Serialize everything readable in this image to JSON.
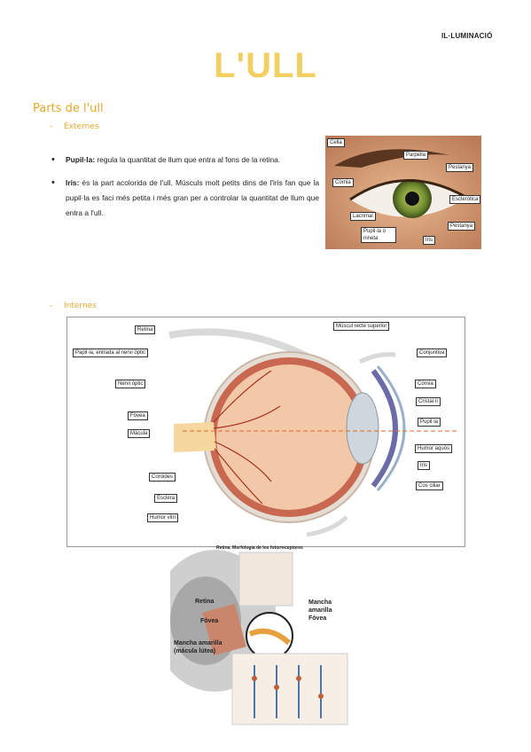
{
  "header": {
    "section": "IL·LUMINACIÓ"
  },
  "title": "L'ULL",
  "section_heading": "Parts de l'ull",
  "subsections": {
    "external": "Externes",
    "internal": "Internes"
  },
  "bullets": [
    {
      "term": "Pupil·la:",
      "text": " regula la quantitat de llum que entra al fons de la retina."
    },
    {
      "term": "Iris:",
      "text": " és la part acolorida de l'ull. Músculs molt petits dins de l'iris fan que la pupil·la es faci més petita i més gran per a controlar la quantitat de llum que entra a l'ull."
    }
  ],
  "external_eye_labels": {
    "cella": "Cella",
    "parpella": "Parpella",
    "pestanya": "Pestanya",
    "cornia": "Còrnia",
    "escleròtica": "Esclerótica",
    "lacrimal": "Lacrimal",
    "pupilla": "Pupil·la o nineta",
    "iris": "Iris",
    "pestanya2": "Pestanya"
  },
  "internal_eye_labels": {
    "retina": "Retina",
    "nervi_entrada": "Papil·la, entrada al nervi òptic",
    "nervi_optic": "Nervi òptic",
    "fovea": "Fòvea",
    "macula": "Màcula",
    "coroides": "Coroides",
    "esclera": "Esclera",
    "humor_vitri": "Humor vitri",
    "muscul": "Múscul recte superior",
    "conjuntiva": "Conjuntiva",
    "cornia": "Còrnia",
    "cristalli": "Cristal·lí",
    "pupilla": "Pupil·la",
    "humor_aquos": "Humor aquós",
    "iris": "Iris",
    "cos_ciliar": "Cos ciliar"
  },
  "retina_figure": {
    "caption": "Retina. Morfología de los fotorreceptores",
    "retina": "Retina",
    "fovea": "Fóvea",
    "mancha_amarilla": "Mancha amarilla",
    "fovea2": "Fóvea",
    "macula": "Mancha amarilla (mácula lútea)"
  },
  "colors": {
    "title": "#f2cf63",
    "heading": "#e6a72d"
  }
}
